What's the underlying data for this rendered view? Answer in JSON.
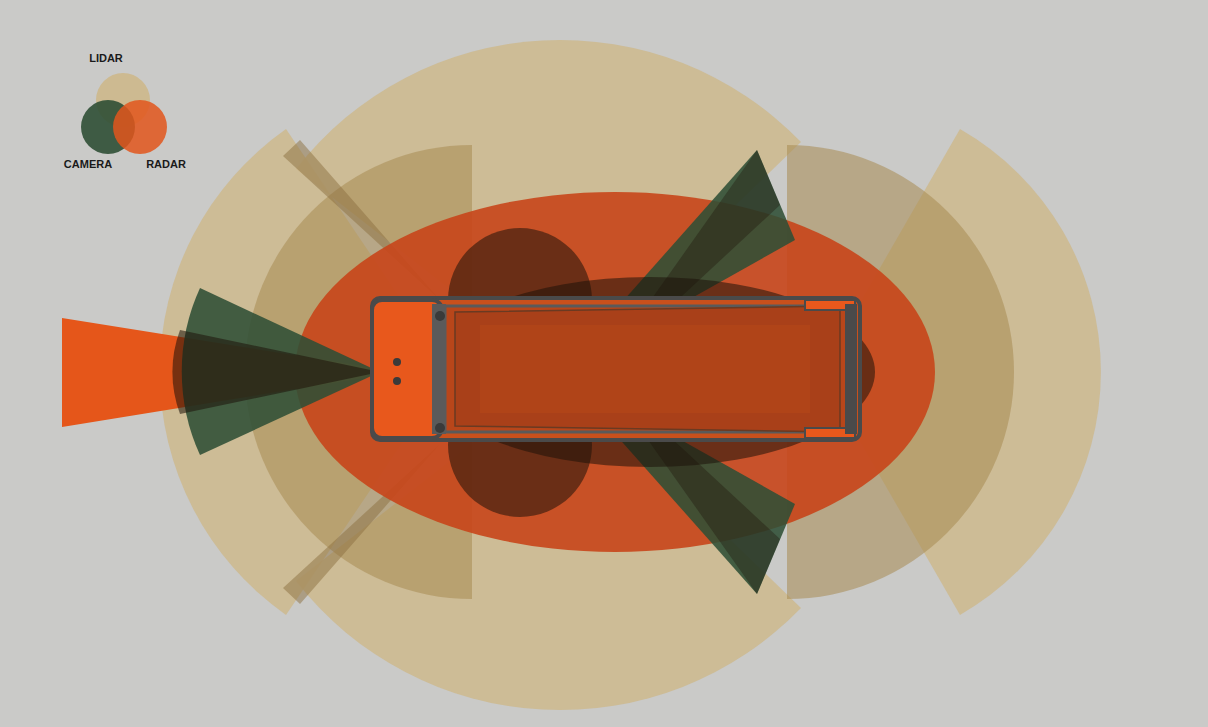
{
  "diagram": {
    "legend": [
      {
        "text": "LIDAR",
        "color": "#cdb88b"
      },
      {
        "text": "CAMERA",
        "color": "#2f4f35"
      },
      {
        "text": "RADAR",
        "color": "#e2561c"
      }
    ]
  }
}
